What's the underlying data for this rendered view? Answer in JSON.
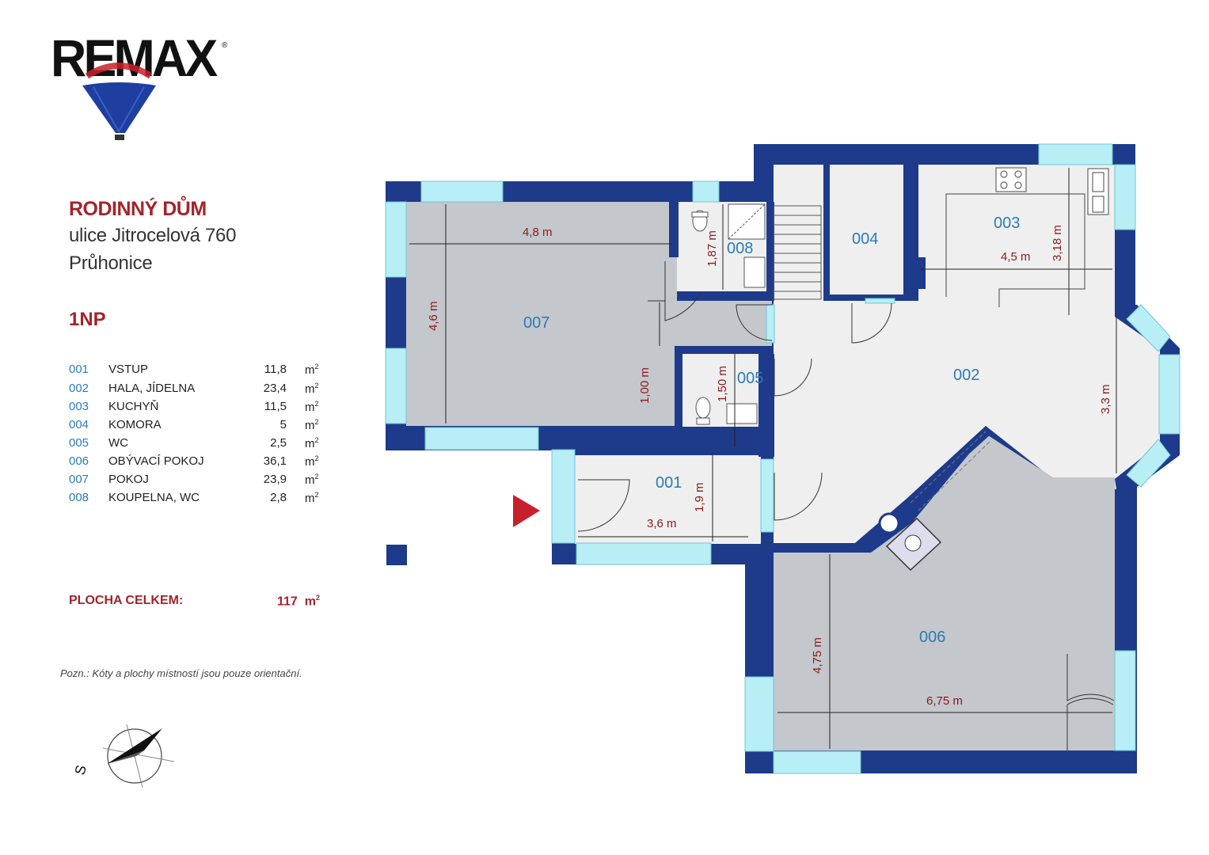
{
  "logo": {
    "brand": "RE/MAX",
    "text": "REMAX",
    "reg": "®"
  },
  "property": {
    "title": "RODINNÝ DŮM",
    "street": "ulice Jitrocelová 760",
    "city": "Průhonice",
    "floor": "1NP"
  },
  "rooms": [
    {
      "num": "001",
      "name": "VSTUP",
      "area": "11,8",
      "unit": "m"
    },
    {
      "num": "002",
      "name": "HALA, JÍDELNA",
      "area": "23,4",
      "unit": "m"
    },
    {
      "num": "003",
      "name": "KUCHYŇ",
      "area": "11,5",
      "unit": "m"
    },
    {
      "num": "004",
      "name": "KOMORA",
      "area": "5",
      "unit": "m"
    },
    {
      "num": "005",
      "name": "WC",
      "area": "2,5",
      "unit": "m"
    },
    {
      "num": "006",
      "name": "OBÝVACÍ POKOJ",
      "area": "36,1",
      "unit": "m"
    },
    {
      "num": "007",
      "name": "POKOJ",
      "area": "23,9",
      "unit": "m"
    },
    {
      "num": "008",
      "name": "KOUPELNA, WC",
      "area": "2,8",
      "unit": "m"
    }
  ],
  "total": {
    "label": "PLOCHA CELKEM:",
    "value": "117",
    "unit": "m"
  },
  "note": "Pozn.: Kóty a plochy místností jsou pouze orientační.",
  "compass": {
    "label": "S"
  },
  "plan": {
    "room_labels": {
      "r001": "001",
      "r002": "002",
      "r003": "003",
      "r004": "004",
      "r005": "005",
      "r006": "006",
      "r007": "007",
      "r008": "008"
    },
    "dimensions": {
      "d007w": "4,8 m",
      "d007h": "4,6 m",
      "d008": "1,87 m",
      "d003w": "4,5 m",
      "d003h": "3,18 m",
      "d100": "1,00 m",
      "d005": "1,50 m",
      "d002": "3,3 m",
      "d001h": "1,9 m",
      "d001w": "3,6 m",
      "d006h": "4,75 m",
      "d006w": "6,75 m"
    }
  },
  "colors": {
    "wall": "#1e3a8a",
    "window": "#b8eef5",
    "room_dark": "#c4c7cc",
    "room_light": "#efeff0",
    "accent": "#a3242c",
    "label": "#2c7bb6"
  }
}
